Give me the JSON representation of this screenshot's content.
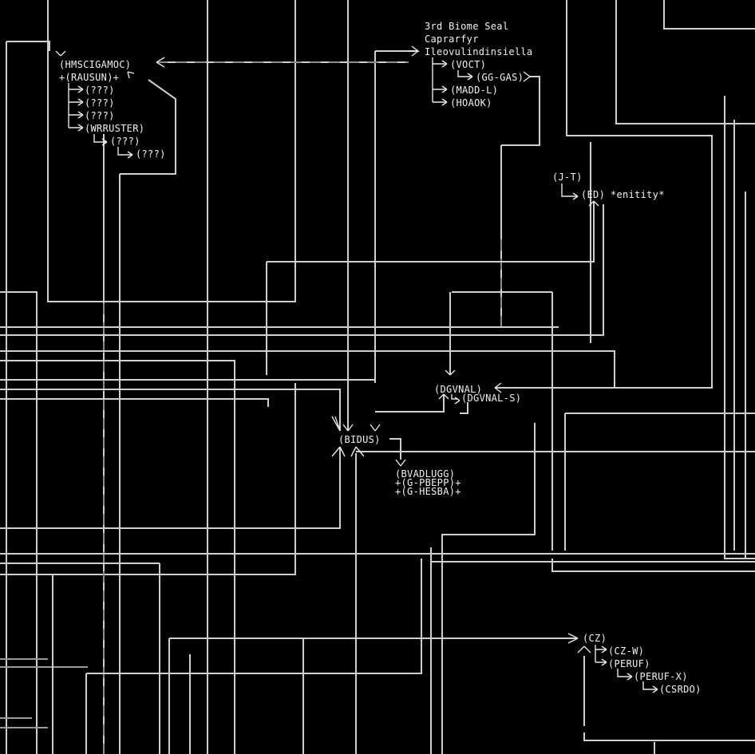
{
  "colors": {
    "background": "#000000",
    "line": "#cfcfcf",
    "text": "#f2f2f2"
  },
  "nodes": {
    "hmscigamoc": "(HMSCIGAMOC)",
    "rausun": "+(RAUSUN)+",
    "q1": "(???)",
    "q2": "(???)",
    "q3": "(???)",
    "wrruster": "(WRRUSTER)",
    "q4": "(???)",
    "q5": "(???)",
    "biome_1": "3rd Biome Seal",
    "biome_2": "Caprarfyr",
    "biome_3": "Ileovulindinsiella",
    "voct": "(VOCT)",
    "gggas": "(GG-GAS)",
    "maddl": "(MADD-L)",
    "hoaok": "(HOAOK)",
    "jt": "(J-T)",
    "ed": "(ED)",
    "entity": "*enitity*",
    "dgvnal": "(DGVNAL)",
    "dgvnals": "(DGVNAL-S)",
    "bidus": "(BIDUS)",
    "bvadlugg": "(BVADLUGG)",
    "gpbepp": "+(G-PBEPP)+",
    "ghesba": "+(G-HESBA)+",
    "cz": "(CZ)",
    "czw": "(CZ-W)",
    "peruf": "(PERUF)",
    "perufx": "(PERUF-X)",
    "csrdo": "(CSRDO)"
  }
}
